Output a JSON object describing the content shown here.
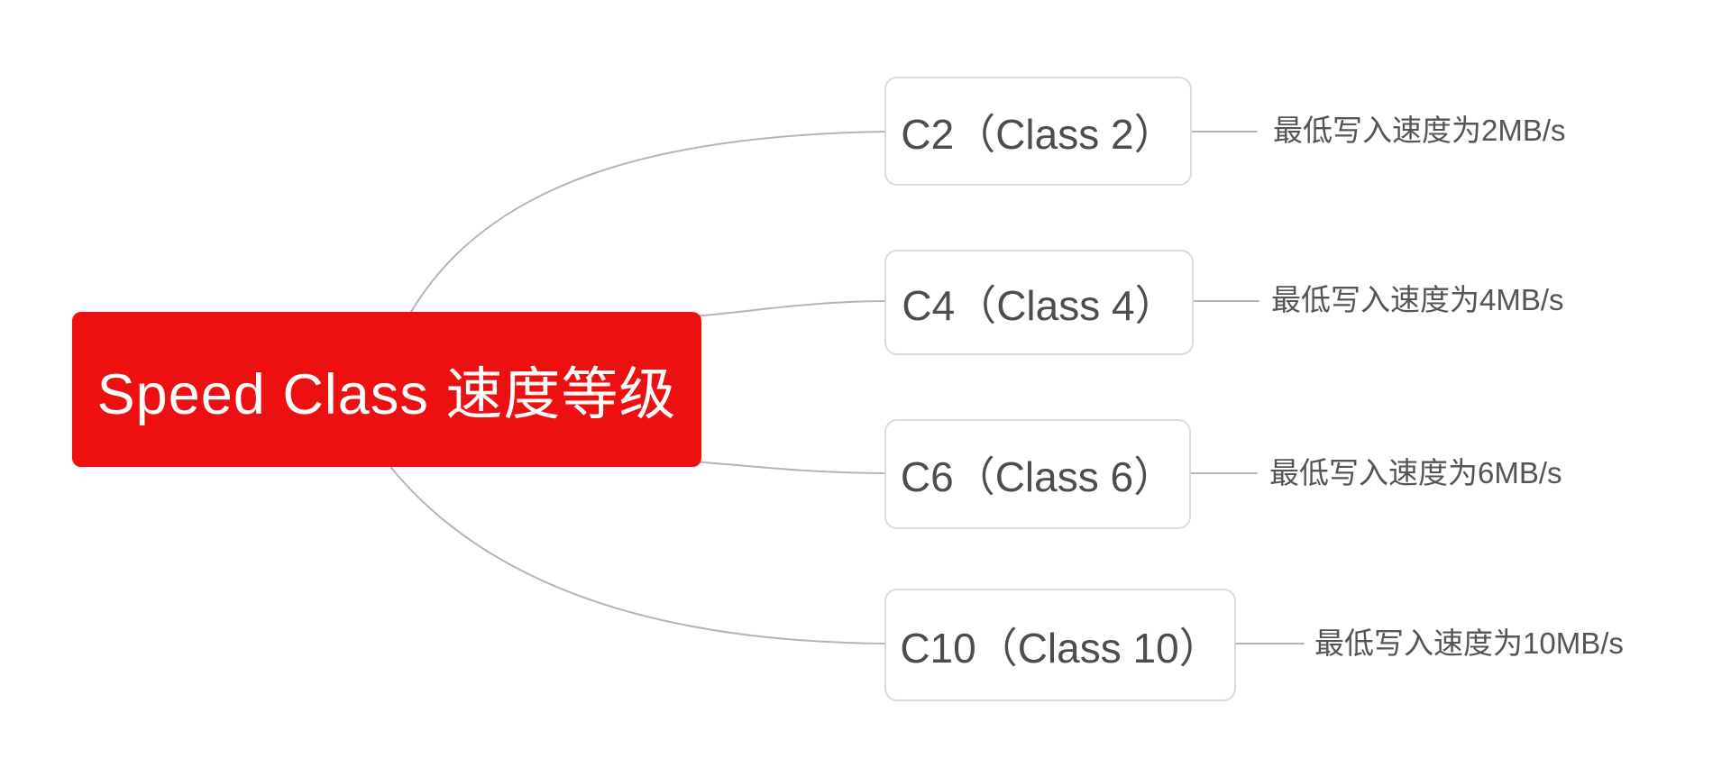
{
  "diagram": {
    "type": "mindmap",
    "root": {
      "label": "Speed Class 速度等级",
      "bg_color": "#ee1010",
      "text_color": "#ffffff"
    },
    "nodes": [
      {
        "id": "c2",
        "label": "C2（Class 2）",
        "note": "最低写入速度为2MB/s"
      },
      {
        "id": "c4",
        "label": "C4（Class 4）",
        "note": "最低写入速度为4MB/s"
      },
      {
        "id": "c6",
        "label": "C6（Class 6）",
        "note": "最低写入速度为6MB/s"
      },
      {
        "id": "c10",
        "label": "C10（Class 10）",
        "note": "最低写入速度为10MB/s"
      }
    ],
    "colors": {
      "background": "#ffffff",
      "connector": "#b5b5b5",
      "node_border": "#dcdcdc",
      "node_text": "#4d4d4d",
      "note_text": "#555555"
    }
  }
}
